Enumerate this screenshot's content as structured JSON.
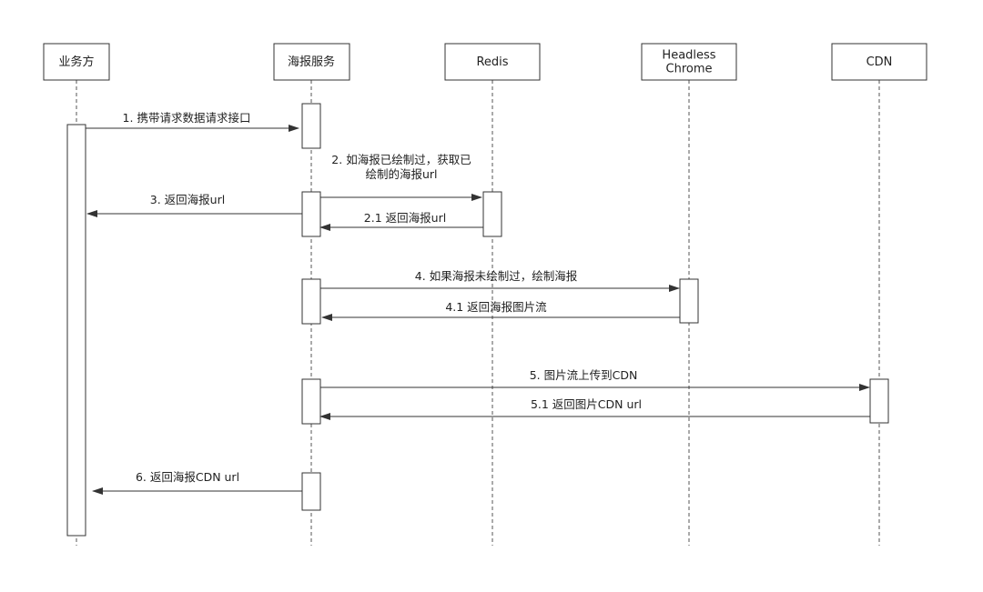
{
  "participants": [
    {
      "id": "biz",
      "lines": [
        "业务方"
      ]
    },
    {
      "id": "poster",
      "lines": [
        "海报服务"
      ]
    },
    {
      "id": "redis",
      "lines": [
        "Redis"
      ]
    },
    {
      "id": "chrome",
      "lines": [
        "Headless",
        "Chrome"
      ]
    },
    {
      "id": "cdn",
      "lines": [
        "CDN"
      ]
    }
  ],
  "messages": [
    {
      "from": "biz",
      "to": "poster",
      "lines": [
        "1. 携带请求数据请求接口"
      ]
    },
    {
      "from": "poster",
      "to": "redis",
      "lines": [
        "2. 如海报已绘制过，获取已",
        "绘制的海报url"
      ]
    },
    {
      "from": "poster",
      "to": "biz",
      "lines": [
        "3. 返回海报url"
      ]
    },
    {
      "from": "redis",
      "to": "poster",
      "lines": [
        "2.1 返回海报url"
      ]
    },
    {
      "from": "poster",
      "to": "chrome",
      "lines": [
        "4. 如果海报未绘制过，绘制海报"
      ]
    },
    {
      "from": "chrome",
      "to": "poster",
      "lines": [
        "4.1 返回海报图片流"
      ]
    },
    {
      "from": "poster",
      "to": "cdn",
      "lines": [
        "5. 图片流上传到CDN"
      ]
    },
    {
      "from": "cdn",
      "to": "poster",
      "lines": [
        "5.1 返回图片CDN url"
      ]
    },
    {
      "from": "poster",
      "to": "biz",
      "lines": [
        "6. 返回海报CDN url"
      ]
    }
  ]
}
